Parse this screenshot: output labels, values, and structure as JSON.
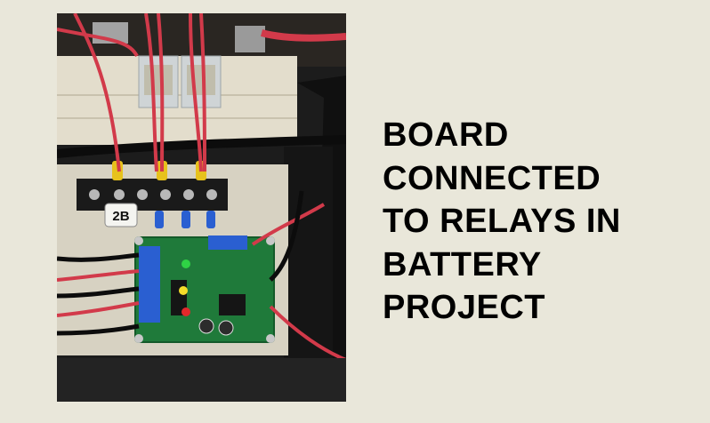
{
  "caption": {
    "lines": [
      "BOARD",
      "CONNECTED",
      "TO RELAYS IN",
      "BATTERY",
      "PROJECT"
    ]
  },
  "photo": {
    "subject": "green circuit board wired to relays",
    "board_label": "2B"
  },
  "colors": {
    "background": "#e9e7da",
    "text": "#000000",
    "pcb": "#1f7a3a",
    "terminal": "#2a5fd1",
    "wire_red": "#d23a4a"
  }
}
